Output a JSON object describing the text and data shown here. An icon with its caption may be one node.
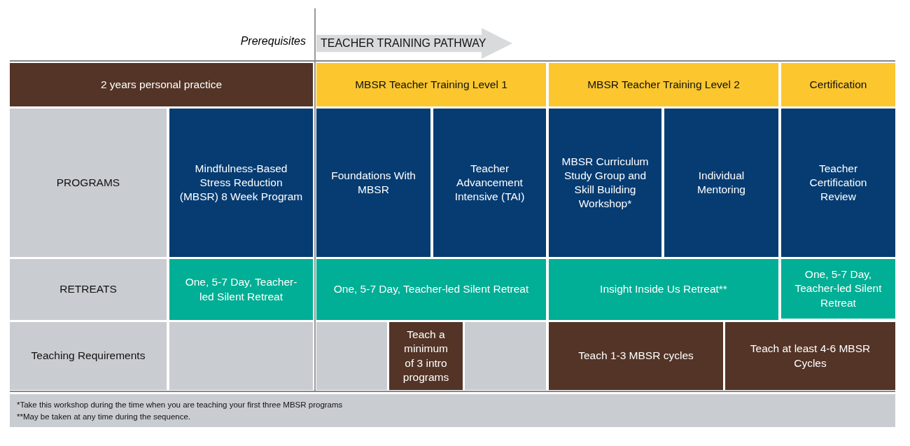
{
  "diagram": {
    "nodes": [
      {
        "text": [
          "TEACHER TRAINING PATHWAY"
        ]
      },
      {
        "text": [
          "2 years personal practice"
        ]
      },
      {
        "text": [
          "MBSR Teacher Training Level 1"
        ]
      },
      {
        "text": [
          "MBSR Teacher Training Level 2"
        ]
      },
      {
        "text": [
          "Certification"
        ]
      },
      {
        "text": [
          "PROGRAMS"
        ]
      },
      {
        "text": [
          "Mindfulness-Based Stress Reduction (MBSR) 8 Week Program"
        ]
      },
      {
        "text": [
          "Foundations With MBSR"
        ]
      },
      {
        "text": [
          "Teacher Advancement Intensive (TAI)"
        ]
      },
      {
        "text": [
          "MBSR Curriculum Study Group and Skill Building Workshop*"
        ]
      },
      {
        "text": [
          "Individual Mentoring"
        ]
      },
      {
        "text": [
          "Teacher Certification Review"
        ]
      },
      {
        "text": [
          "RETREATS"
        ]
      },
      {
        "text": [
          "One, 5-7 Day, Teacher-led Silent Retreat"
        ]
      },
      {
        "text": [
          "One, 5-7 Day, Teacher-led Silent Retreat"
        ]
      },
      {
        "text": [
          "Insight Inside Us Retreat**"
        ]
      },
      {
        "text": [
          "One, 5-7 Day, Teacher-led Silent Retreat"
        ]
      },
      {
        "text": [
          "Teaching Requirements"
        ]
      },
      {
        "text": [],
        "shape": "box"
      },
      {
        "text": [],
        "shape": "box"
      },
      {
        "text": [
          "Teach a minimum of 3 intro programs"
        ]
      },
      {
        "text": [],
        "shape": "box"
      },
      {
        "text": [
          "Teach 1-3 MBSR cycles"
        ]
      },
      {
        "text": [
          "Teach at least 4-6 MBSR Cycles"
        ]
      },
      {
        "text": [
          "*Take this workshop during the time when you are teaching your first three MBSR programs",
          "**May be taken at any time during the sequence."
        ]
      }
    ],
    "labels": [
      "Prerequisites"
    ]
  }
}
